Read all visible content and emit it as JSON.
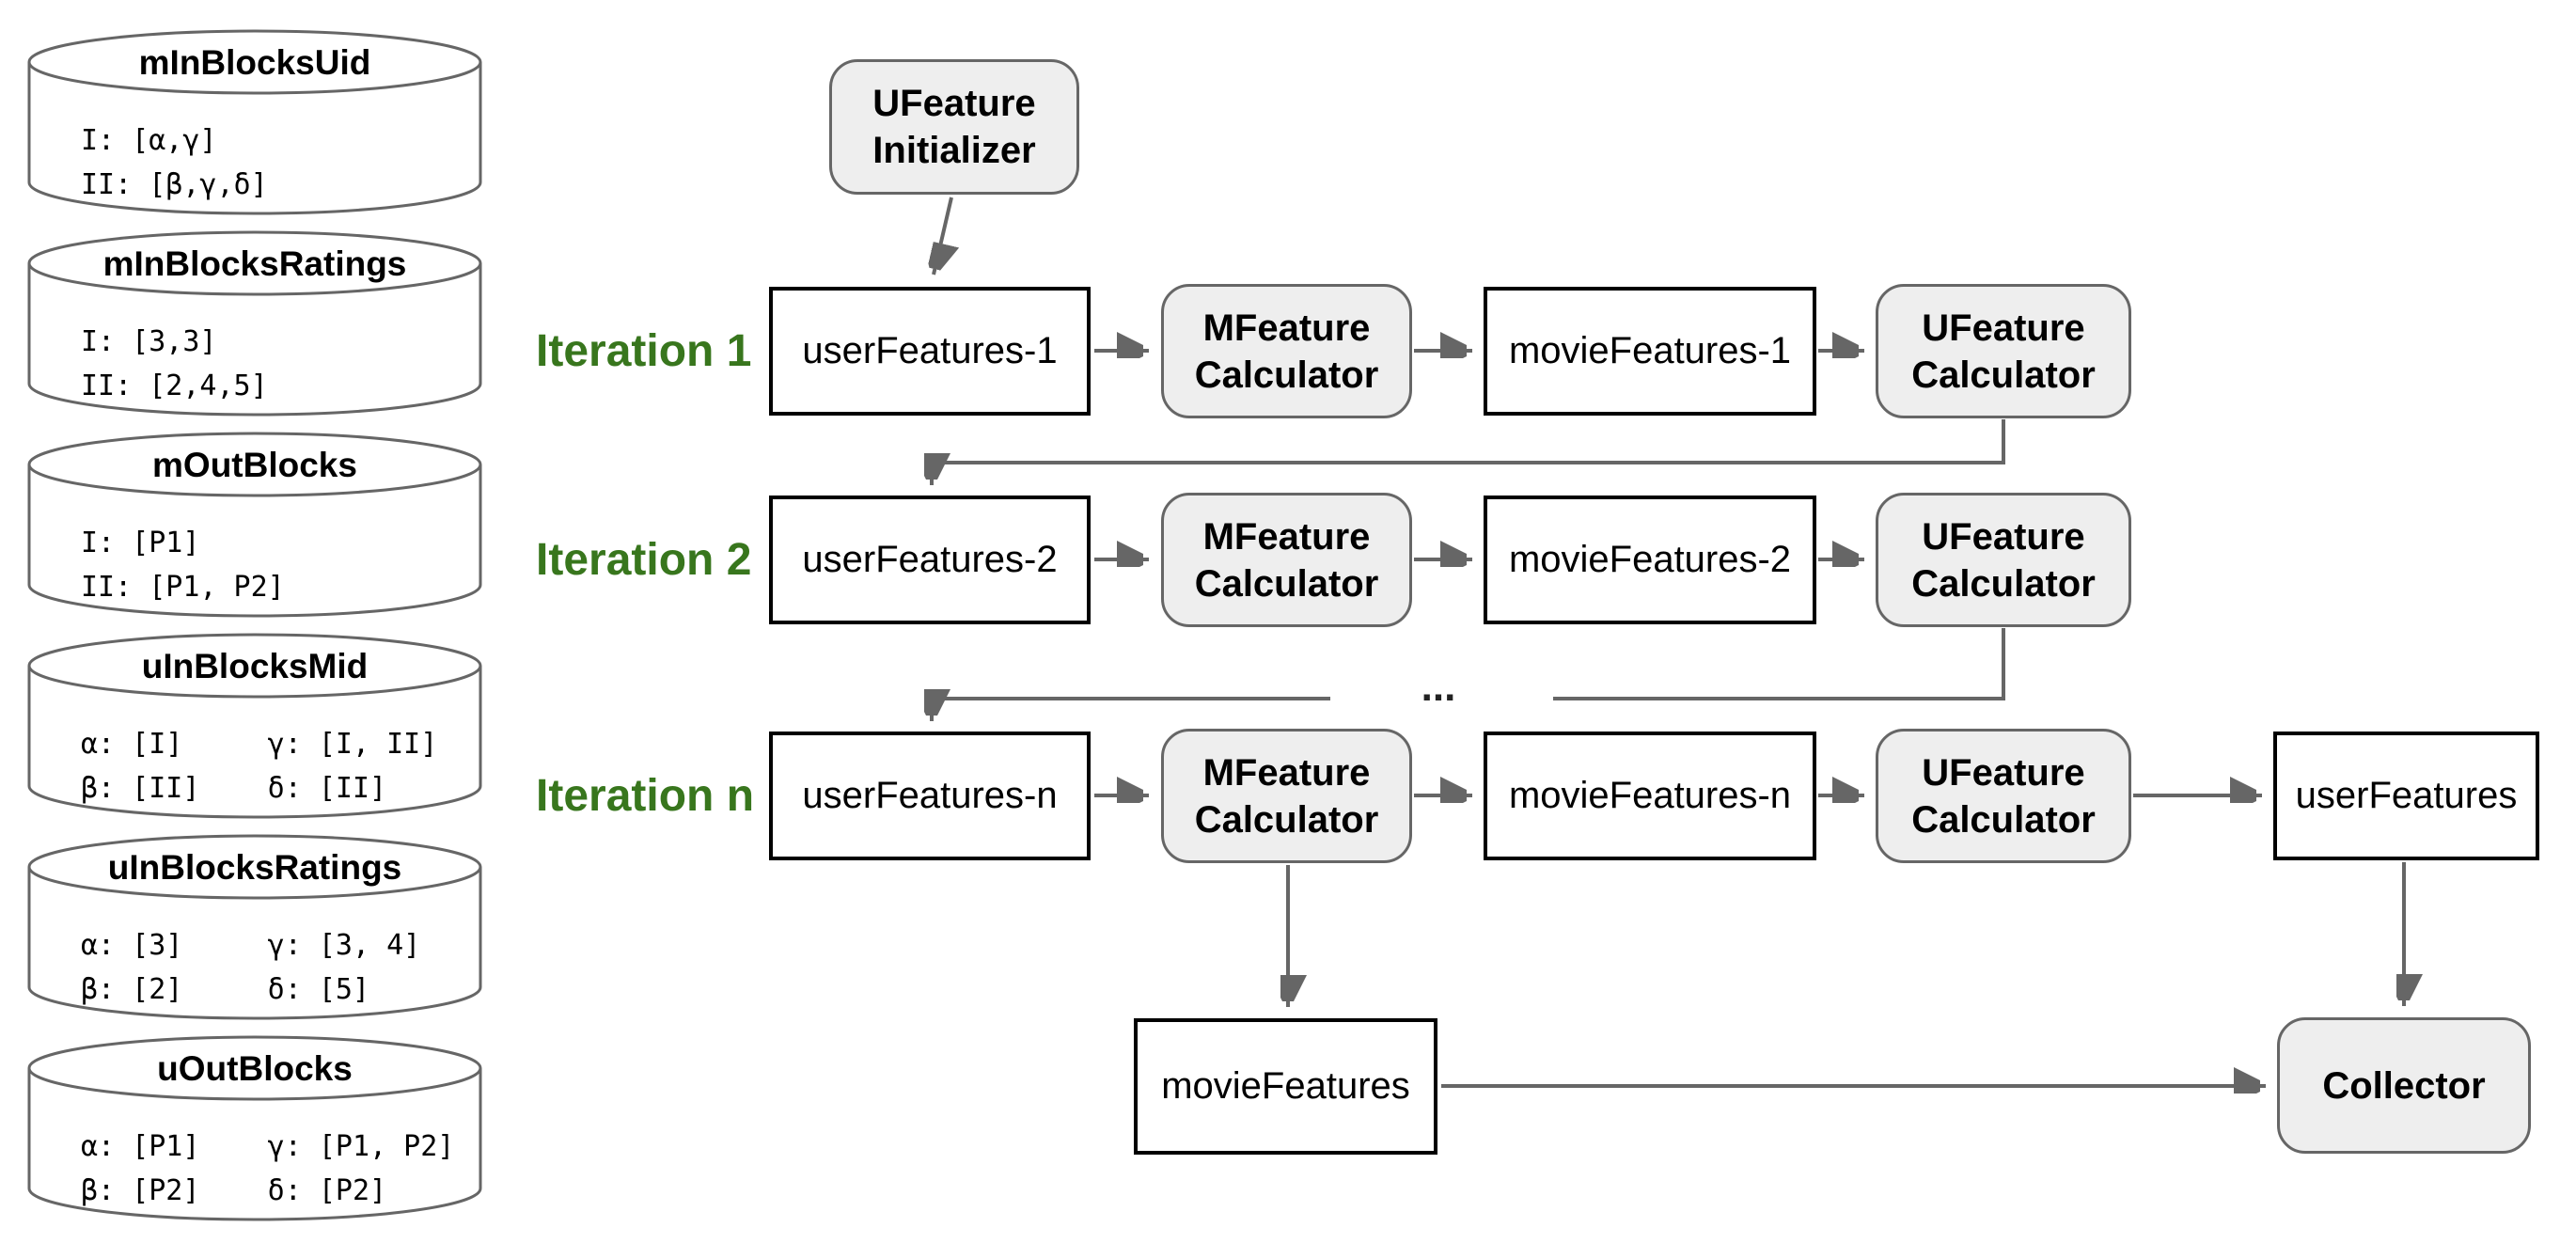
{
  "datastores": [
    {
      "title": "mInBlocksUid",
      "lines": [
        "I: [α,γ]",
        "II: [β,γ,δ]"
      ]
    },
    {
      "title": "mInBlocksRatings",
      "lines": [
        "I: [3,3]",
        "II: [2,4,5]"
      ]
    },
    {
      "title": "mOutBlocks",
      "lines": [
        "I: [P1]",
        "II: [P1, P2]"
      ]
    },
    {
      "title": "uInBlocksMid",
      "lines": [
        "α: [I]     γ: [I, II]",
        "β: [II]    δ: [II]"
      ]
    },
    {
      "title": "uInBlocksRatings",
      "lines": [
        "α: [3]     γ: [3, 4]",
        "β: [2]     δ: [5]"
      ]
    },
    {
      "title": "uOutBlocks",
      "lines": [
        "α: [P1]    γ: [P1, P2]",
        "β: [P2]    δ: [P2]"
      ]
    }
  ],
  "flow": {
    "initializer_label": "UFeature Initializer",
    "iterations": [
      {
        "label": "Iteration 1",
        "user": "userFeatures-1",
        "mcalc": "MFeature Calculator",
        "movie": "movieFeatures-1",
        "ucalc": "UFeature Calculator"
      },
      {
        "label": "Iteration 2",
        "user": "userFeatures-2",
        "mcalc": "MFeature Calculator",
        "movie": "movieFeatures-2",
        "ucalc": "UFeature Calculator"
      },
      {
        "label": "Iteration n",
        "user": "userFeatures-n",
        "mcalc": "MFeature Calculator",
        "movie": "movieFeatures-n",
        "ucalc": "UFeature Calculator",
        "output": "userFeatures"
      }
    ],
    "ellipsis": "...",
    "bottom": {
      "movie": "movieFeatures",
      "collector": "Collector"
    }
  },
  "colors": {
    "iteration_label": "#38761d",
    "node_border_gray": "#666666",
    "node_fill_gray": "#eeeeee",
    "box_border_black": "#000000",
    "line_gray": "#666666"
  }
}
